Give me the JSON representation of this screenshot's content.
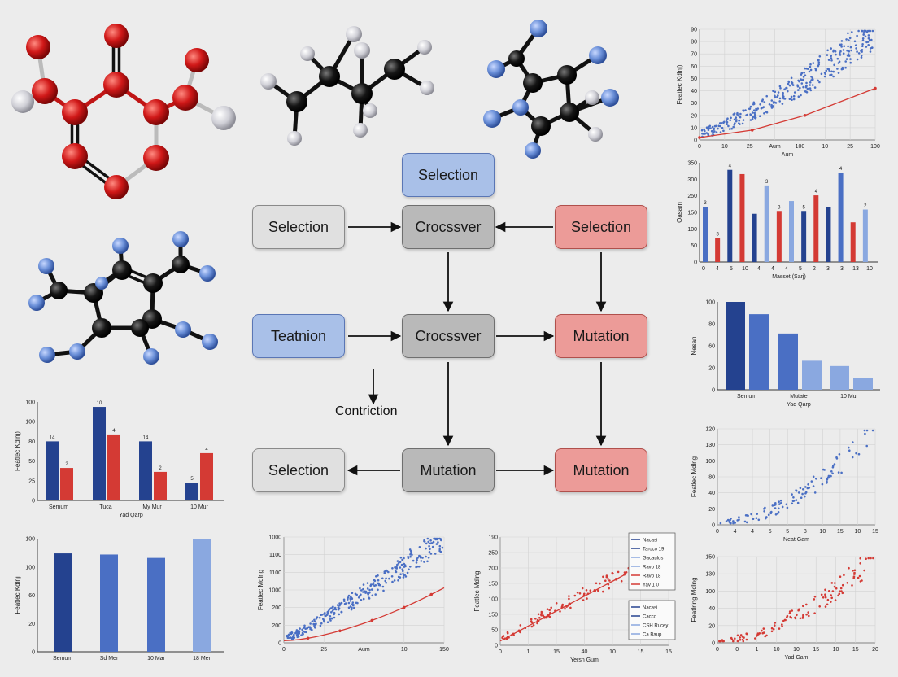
{
  "colors": {
    "oxygen": "#d01818",
    "carbon": "#111111",
    "hydrogen": "#cfcfd6",
    "nitrogen": "#6a8fd8",
    "blue_dark": "#24428f",
    "blue_mid": "#4a6fc4",
    "blue_light": "#8aa8e0",
    "red": "#d43a34"
  },
  "flowchart": {
    "nodes": {
      "selection_top": "Selection",
      "selection_left": "Selection",
      "crossover_top": "Crocssver",
      "selection_right": "Selection",
      "teatnion": "Teatnion",
      "crossover_mid": "Crocssver",
      "mutation_mid_right": "Mutation",
      "contriction": "Contriction",
      "selection_bottom": "Selection",
      "mutation_bottom_center": "Mutation",
      "mutation_bottom_right": "Mutation"
    }
  },
  "chart_data": [
    {
      "id": "scatter_top_right",
      "type": "scatter",
      "ylabel": "Featlec Kdlnj)",
      "xlabel": "Aum",
      "y_ticks": [
        "90",
        "80",
        "70",
        "60",
        "50",
        "40",
        "30",
        "20",
        "10",
        "0"
      ],
      "x_ticks": [
        "0",
        "10",
        "25",
        "Aum",
        "100",
        "10",
        "25",
        "100"
      ],
      "ylim": [
        0,
        90
      ],
      "trend": [
        [
          0,
          2
        ],
        [
          30,
          8
        ],
        [
          60,
          20
        ],
        [
          100,
          42
        ]
      ]
    },
    {
      "id": "bar_right_upper",
      "type": "bar",
      "ylabel": "Oasam",
      "xlabel": "Masset (Sarj)",
      "y_ticks": [
        "350",
        "300",
        "250",
        "150",
        "100",
        "50",
        "0"
      ],
      "x_ticks": [
        "0",
        "4",
        "5",
        "10",
        "4",
        "4",
        "4",
        "5",
        "2",
        "3",
        "3",
        "13",
        "10"
      ],
      "ylim": [
        0,
        350
      ],
      "values": [
        195,
        85,
        325,
        310,
        170,
        270,
        180,
        215,
        180,
        235,
        195,
        315,
        140,
        185
      ],
      "value_labels": [
        "3",
        "3",
        "4",
        "",
        "",
        "3",
        "3",
        "",
        "5",
        "4",
        "",
        "4",
        "",
        "2"
      ]
    },
    {
      "id": "bar_right_middle",
      "type": "bar",
      "ylabel": "Nesan",
      "xlabel": "Yad Qarp",
      "y_ticks": [
        "100",
        "80",
        "60",
        "20",
        "0"
      ],
      "x_ticks": [
        "Semum",
        "Mutate",
        "10 Mur"
      ],
      "ylim": [
        0,
        100
      ],
      "values": [
        100,
        86,
        64,
        33,
        27,
        13
      ]
    },
    {
      "id": "scatter_right_middle",
      "type": "scatter",
      "ylabel": "Featlec Mdlng",
      "xlabel": "Neat Gam",
      "y_ticks": [
        "120",
        "130",
        "100",
        "80",
        "40",
        "20",
        "0"
      ],
      "x_ticks": [
        "0",
        "4",
        "4",
        "5",
        "5",
        "8",
        "10",
        "15",
        "10",
        "15"
      ],
      "ylim": [
        0,
        130
      ]
    },
    {
      "id": "scatter_right_bottom",
      "type": "scatter",
      "ylabel": "Featlring Mdlng",
      "xlabel": "Yad Gam",
      "y_ticks": [
        "150",
        "130",
        "100",
        "40",
        "20",
        "0"
      ],
      "x_ticks": [
        "0",
        "0",
        "1",
        "10",
        "10",
        "15",
        "10",
        "15",
        "20"
      ],
      "ylim": [
        0,
        150
      ]
    },
    {
      "id": "bar_left_middle",
      "type": "bar",
      "ylabel": "Featlec Kdlnj)",
      "xlabel": "Yad Qarp",
      "y_ticks": [
        "100",
        "100",
        "80",
        "50",
        "25",
        "0"
      ],
      "x_ticks": [
        "Semum",
        "Tuca",
        "My Mur",
        "10 Mur"
      ],
      "ylim": [
        0,
        100
      ],
      "series": [
        {
          "name": "",
          "values": [
            60,
            95,
            60,
            18
          ]
        },
        {
          "name": "",
          "values": [
            33,
            67,
            29,
            48
          ]
        }
      ],
      "value_labels": [
        "14",
        "2",
        "10",
        "4",
        "14",
        "2",
        "5",
        "4"
      ]
    },
    {
      "id": "bar_left_bottom",
      "type": "bar",
      "ylabel": "Featlec Kdlnj",
      "y_ticks": [
        "100",
        "100",
        "60",
        "20",
        "0"
      ],
      "x_ticks": [
        "Semum",
        "Sd Mer",
        "10 Mar",
        "18 Mer"
      ],
      "ylim": [
        0,
        100
      ],
      "values": [
        87,
        86,
        83,
        100
      ]
    },
    {
      "id": "scatter_bottom_center",
      "type": "scatter",
      "ylabel": "Featlec Mdlng",
      "y_ticks": [
        "1000",
        "1100",
        "1100",
        "1000",
        "200",
        "200",
        "0"
      ],
      "x_ticks": [
        "0",
        "25",
        "Aum",
        "10",
        "150"
      ],
      "ylim": [
        0,
        1000
      ],
      "trend": [
        [
          0,
          20
        ],
        [
          50,
          150
        ],
        [
          100,
          400
        ]
      ]
    },
    {
      "id": "scatter_bottom_middle",
      "type": "scatter",
      "ylabel": "Featlec Mdlng",
      "xlabel": "Yersn Gum",
      "y_ticks": [
        "190",
        "250",
        "200",
        "150",
        "100",
        "150",
        "50",
        "0"
      ],
      "x_ticks": [
        "0",
        "1",
        "15",
        "40",
        "10",
        "15",
        "15"
      ],
      "ylim": [
        0,
        250
      ],
      "legend_top": [
        "Nacasi",
        "Taroco 19",
        "Gacaulus",
        "Ravo 18",
        "Ravo 18",
        "Yav 1 0"
      ],
      "legend_bottom": [
        "Nacasi",
        "Cacco",
        "CSH Rucey",
        "Ca Baup"
      ]
    }
  ]
}
